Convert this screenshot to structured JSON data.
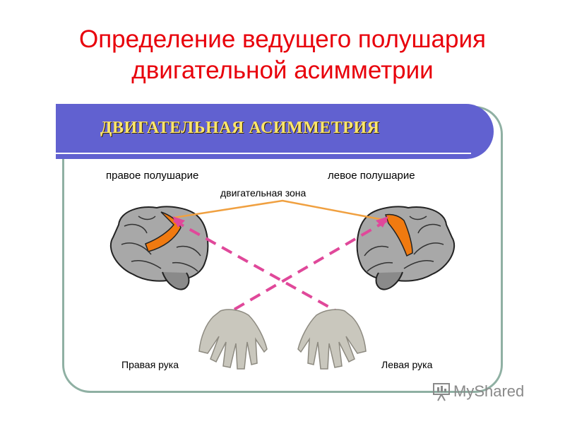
{
  "slide": {
    "title_line1": "Определение ведущего полушария",
    "title_line2": "двигательной асимметрии"
  },
  "diagram": {
    "header": "ДВИГАТЕЛЬНАЯ АСИММЕТРИЯ",
    "right_hemisphere": "правое полушарие",
    "left_hemisphere": "левое полушарие",
    "motor_zone": "двигательная зона",
    "right_hand": "Правая рука",
    "left_hand": "Левая рука"
  },
  "watermark": {
    "text": "MyShared"
  },
  "colors": {
    "title": "#e8000b",
    "band": "#6161d0",
    "band_text": "#ffe66b",
    "frame": "#8fb0a3",
    "motor_line": "#f0a040",
    "cross_line": "#e0489a",
    "motor_zone": "#f07a10"
  }
}
